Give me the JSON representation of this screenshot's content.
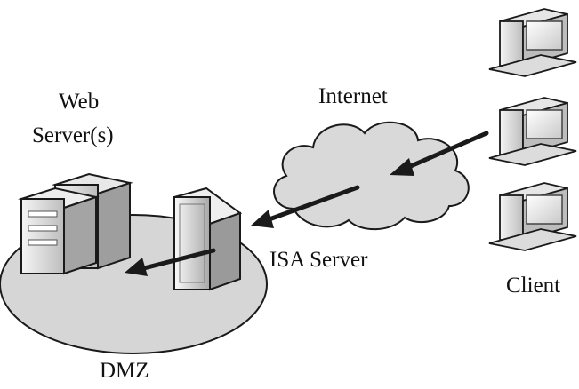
{
  "labels": {
    "web": "Web",
    "web_servers": "Server(s)",
    "internet": "Internet",
    "isa_server": "ISA Server",
    "client": "Client",
    "dmz": "DMZ"
  },
  "icons": [
    "server-icon",
    "firewall-icon",
    "cloud-icon",
    "computer-icon",
    "arrow-icon"
  ],
  "colors": {
    "cloud": "#d9d9d9",
    "dmz_zone": "#d6d6d6",
    "outline": "#1a1a1a",
    "arrow": "#1a1a1a"
  }
}
